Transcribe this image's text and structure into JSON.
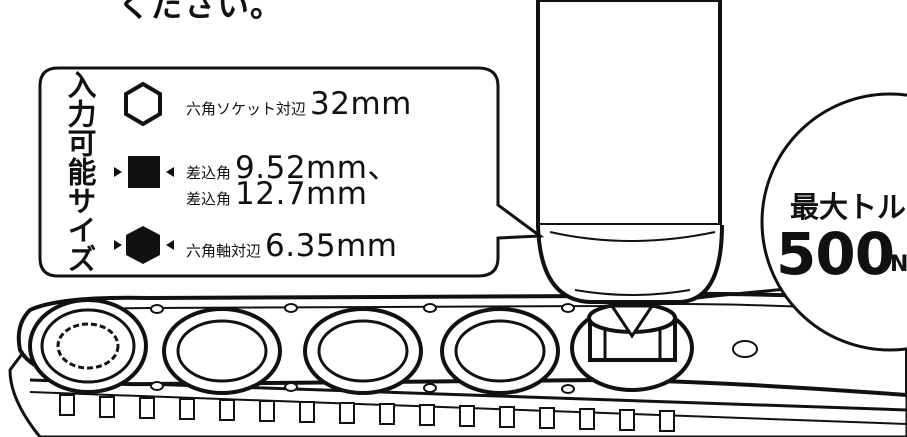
{
  "top_text": "ください。",
  "bubble": {
    "vertical_label": "入力可能サイズ",
    "spec1": {
      "prefix": "六角ソケット対辺",
      "value": "32mm"
    },
    "spec2": {
      "line1_prefix": "差込角",
      "line1_value": "9.52mm、",
      "line2_prefix": "差込角",
      "line2_value": "12.7mm"
    },
    "spec3": {
      "prefix": "六角軸対辺",
      "value": "6.35mm"
    }
  },
  "torque": {
    "label": "最大トル",
    "value": "500",
    "unit": "N"
  },
  "icons": [
    "hexagon-outline-icon",
    "square-drive-icon",
    "hexagon-solid-icon"
  ]
}
